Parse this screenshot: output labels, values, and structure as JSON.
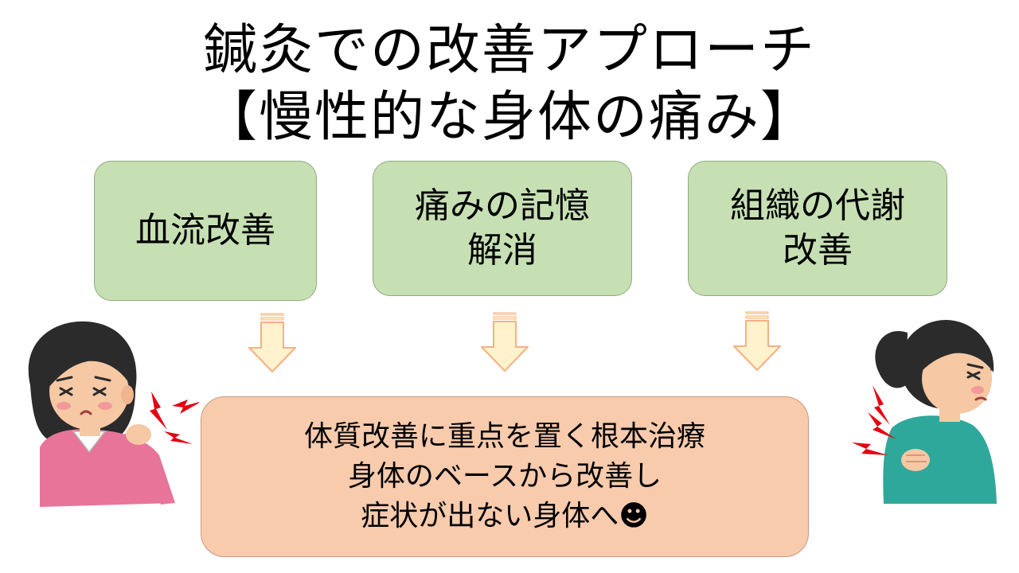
{
  "title": {
    "line1": "鍼灸での改善アプローチ",
    "line2": "【慢性的な身体の痛み】"
  },
  "approaches": [
    {
      "lines": [
        "血流改善"
      ]
    },
    {
      "lines": [
        "痛みの記憶",
        "解消"
      ]
    },
    {
      "lines": [
        "組織の代謝",
        "改善"
      ]
    }
  ],
  "result": {
    "lines": [
      "体質改善に重点を置く根本治療",
      "身体のベースから改善し",
      "症状が出ない身体へ☻"
    ]
  },
  "colors": {
    "approach_box": "#c6e0b4",
    "result_box": "#f8cbad",
    "arrow_fill": "#fff2cc",
    "arrow_stroke": "#f4b183",
    "pain_mark": "#e60012"
  },
  "illustrations": [
    "woman-shoulder-pain-icon",
    "woman-back-pain-icon"
  ]
}
